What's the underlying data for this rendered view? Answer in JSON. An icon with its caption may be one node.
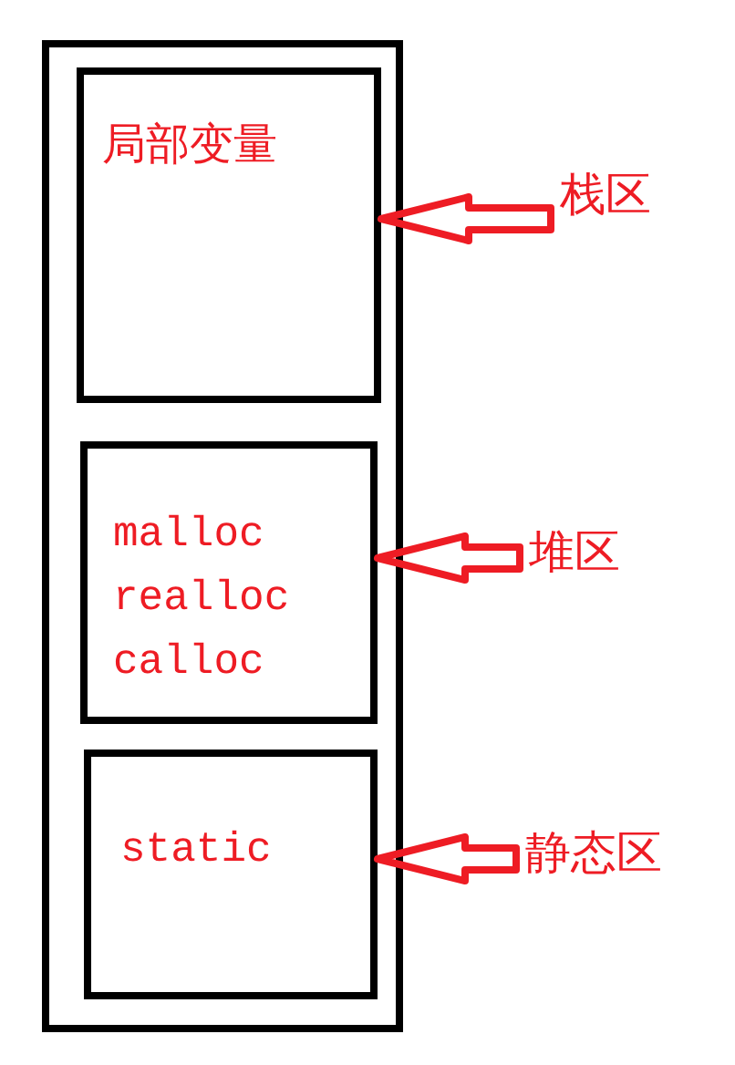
{
  "diagram": {
    "nodes": [
      {
        "text": [],
        "shape": "box"
      },
      {
        "text": [
          "局部变量"
        ],
        "in": 0
      },
      {
        "text": [
          "malloc",
          "realloc",
          "calloc"
        ],
        "in": 0
      },
      {
        "text": [
          "static"
        ],
        "in": 0
      },
      {
        "text": [
          "栈区"
        ]
      },
      {
        "text": [
          "堆区"
        ]
      },
      {
        "text": [
          "静态区"
        ]
      }
    ],
    "edges": [
      {
        "from": 4,
        "to": 1,
        "arrow": "to"
      },
      {
        "from": 5,
        "to": 2,
        "arrow": "to"
      },
      {
        "from": 6,
        "to": 3,
        "arrow": "to"
      }
    ]
  }
}
